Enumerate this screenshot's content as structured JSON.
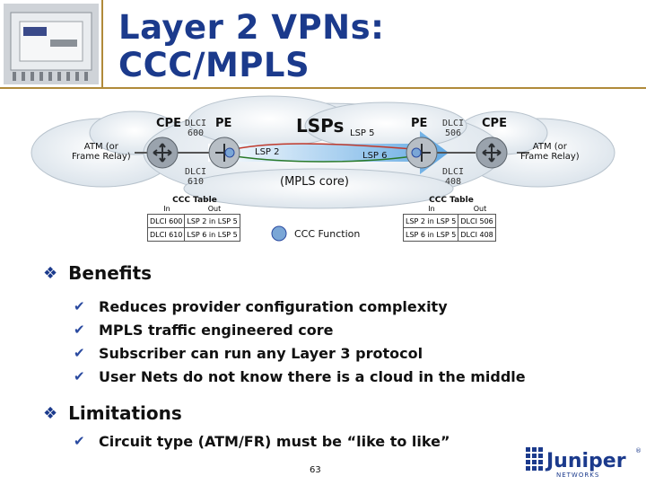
{
  "title_line1": "Layer 2 VPNs:",
  "title_line2": "CCC/MPLS",
  "diagram": {
    "cpe_left": "CPE",
    "cpe_right": "CPE",
    "pe_left": "PE",
    "pe_right": "PE",
    "dlci_600": "DLCI\n600",
    "dlci_610": "DLCI\n610",
    "dlci_506": "DLCI\n506",
    "dlci_408": "DLCI\n408",
    "atm_left": "ATM (or\nFrame Relay)",
    "atm_right": "ATM (or\nFrame Relay)",
    "lsps": "LSPs",
    "lsp2": "LSP 2",
    "lsp5": "LSP 5",
    "lsp6": "LSP 6",
    "mpls_core": "(MPLS core)",
    "ccc_function": "CCC Function",
    "table_left": {
      "title": "CCC Table",
      "col_in": "In",
      "col_out": "Out",
      "rows": [
        [
          "DLCI 600",
          "LSP 2 in LSP 5"
        ],
        [
          "DLCI 610",
          "LSP 6 in LSP 5"
        ]
      ]
    },
    "table_right": {
      "title": "CCC Table",
      "col_in": "In",
      "col_out": "Out",
      "rows": [
        [
          "LSP 2 in LSP 5",
          "DLCI 506"
        ],
        [
          "LSP 6 in LSP 5",
          "DLCI 408"
        ]
      ]
    }
  },
  "bullets": {
    "benefits": "Benefits",
    "benefit_items": [
      "Reduces provider configuration complexity",
      "MPLS traffic engineered core",
      "Subscriber can run any Layer 3 protocol",
      "User Nets do not know there is a cloud in the middle"
    ],
    "limitations": "Limitations",
    "limitation_items": [
      "Circuit type (ATM/FR) must be “like to like”"
    ]
  },
  "page_number": "63",
  "logo_text": "Juniper",
  "logo_subtext": "NETWORKS",
  "colors": {
    "title": "#1b3a8c",
    "accent_line": "#b08a3a",
    "arrow": "#8fc6ef"
  }
}
